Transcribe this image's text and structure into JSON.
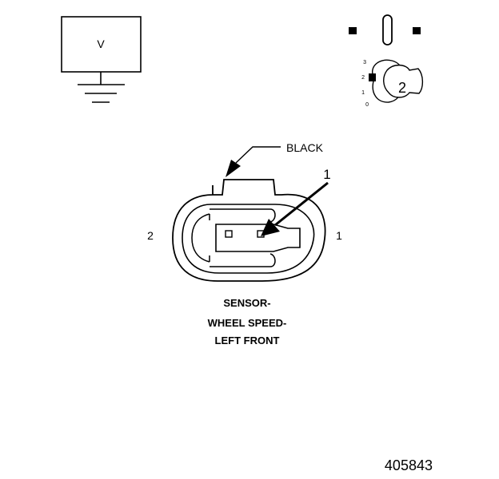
{
  "meter": {
    "symbol": "V"
  },
  "selector": {
    "positions": [
      "3",
      "2",
      "1",
      "0"
    ],
    "current_setting": "2"
  },
  "connector": {
    "housing_color": "BLACK",
    "callout": "1",
    "pin_labels": {
      "left": "2",
      "right": "1"
    },
    "title_lines": [
      "SENSOR-",
      "WHEEL SPEED-",
      "LEFT FRONT"
    ]
  },
  "figure_number": "405843"
}
